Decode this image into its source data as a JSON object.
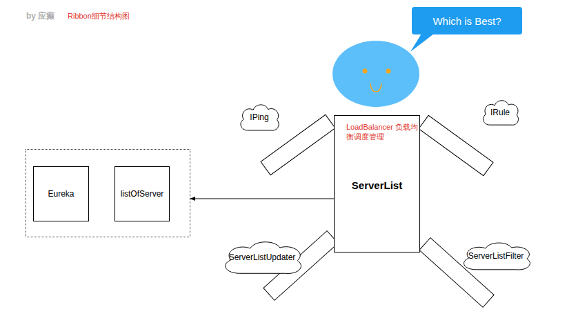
{
  "diagram": {
    "title": "Ribbon细节结构图",
    "nodes": [
      {
        "text": [
          "Which is Best?"
        ]
      },
      {
        "text": [
          "LoadBalancer 负载均衡调度管理",
          "ServerList"
        ]
      },
      {
        "text": [
          "IPing"
        ]
      },
      {
        "text": [
          "IRule"
        ]
      },
      {
        "text": []
      },
      {
        "text": [
          "Eureka"
        ],
        "in": 4
      },
      {
        "text": [
          "listOfServer"
        ],
        "in": 4
      },
      {
        "text": [
          "ServerListUpdater"
        ]
      },
      {
        "text": [
          "ServerListFilter"
        ]
      }
    ],
    "edges": [
      {
        "from": 1,
        "to": 4,
        "arrow": "to"
      }
    ],
    "labels": [
      "by 应癫"
    ]
  }
}
